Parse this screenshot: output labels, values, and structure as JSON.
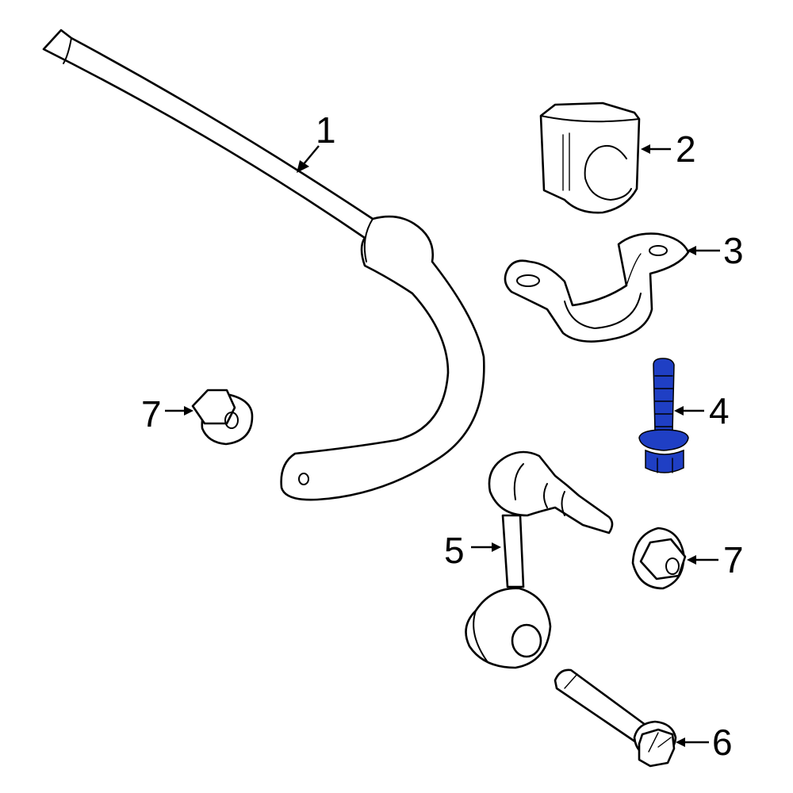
{
  "highlight_color": "#1f3fc4",
  "callouts": [
    {
      "id": "1",
      "text": "1"
    },
    {
      "id": "2",
      "text": "2"
    },
    {
      "id": "3",
      "text": "3"
    },
    {
      "id": "4",
      "text": "4"
    },
    {
      "id": "5",
      "text": "5"
    },
    {
      "id": "6",
      "text": "6"
    },
    {
      "id": "7a",
      "text": "7"
    },
    {
      "id": "7b",
      "text": "7"
    }
  ],
  "highlighted_part": "4"
}
